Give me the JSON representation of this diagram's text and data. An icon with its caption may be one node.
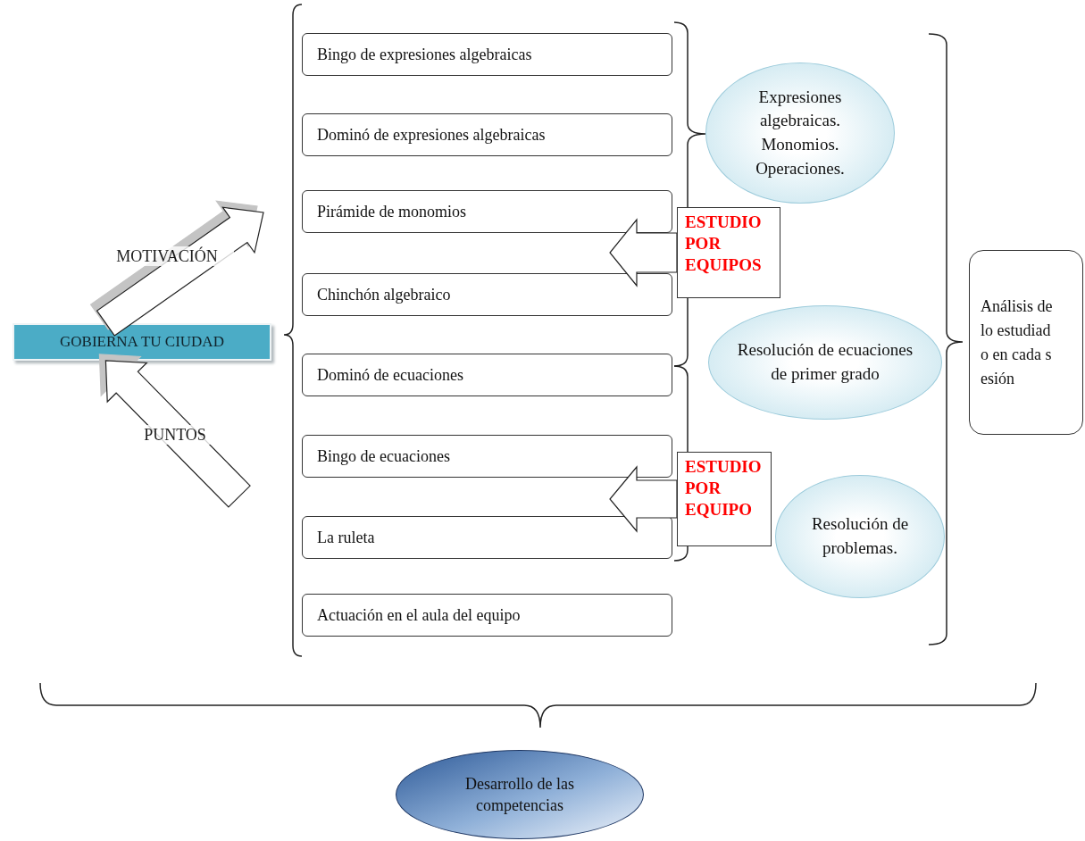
{
  "diagram": {
    "nodes": [
      {
        "text": [
          "GOBIERNA TU CIUDAD"
        ]
      },
      {
        "text": [
          "Bingo de expresiones algebraicas"
        ]
      },
      {
        "text": [
          "Dominó de expresiones algebraicas"
        ]
      },
      {
        "text": [
          "Pirámide de monomios"
        ]
      },
      {
        "text": [
          "Chinchón algebraico"
        ]
      },
      {
        "text": [
          "Dominó de ecuaciones"
        ]
      },
      {
        "text": [
          "Bingo de ecuaciones"
        ]
      },
      {
        "text": [
          "La ruleta"
        ]
      },
      {
        "text": [
          "Actuación en el aula del equipo"
        ]
      },
      {
        "text": [
          "ESTUDIO POR EQUIPOS"
        ]
      },
      {
        "text": [
          "ESTUDIO POR EQUIPO"
        ]
      },
      {
        "text": [
          "Expresiones algebraicas. Monomios. Operaciones."
        ]
      },
      {
        "text": [
          "Resolución de ecuaciones de primer grado"
        ]
      },
      {
        "text": [
          "Resolución de problemas."
        ]
      },
      {
        "text": [
          "Análisis de lo estudiado en cada sesión"
        ]
      },
      {
        "text": [
          "Desarrollo de las competencias"
        ]
      }
    ],
    "edges": [
      {
        "from": 0,
        "to": null,
        "arrow": "to",
        "label": "MOTIVACIÓN"
      },
      {
        "from": null,
        "to": 0,
        "arrow": "to",
        "label": "PUNTOS"
      },
      {
        "from": 9,
        "to": null,
        "arrow": "to"
      },
      {
        "from": 10,
        "to": null,
        "arrow": "to"
      }
    ]
  }
}
